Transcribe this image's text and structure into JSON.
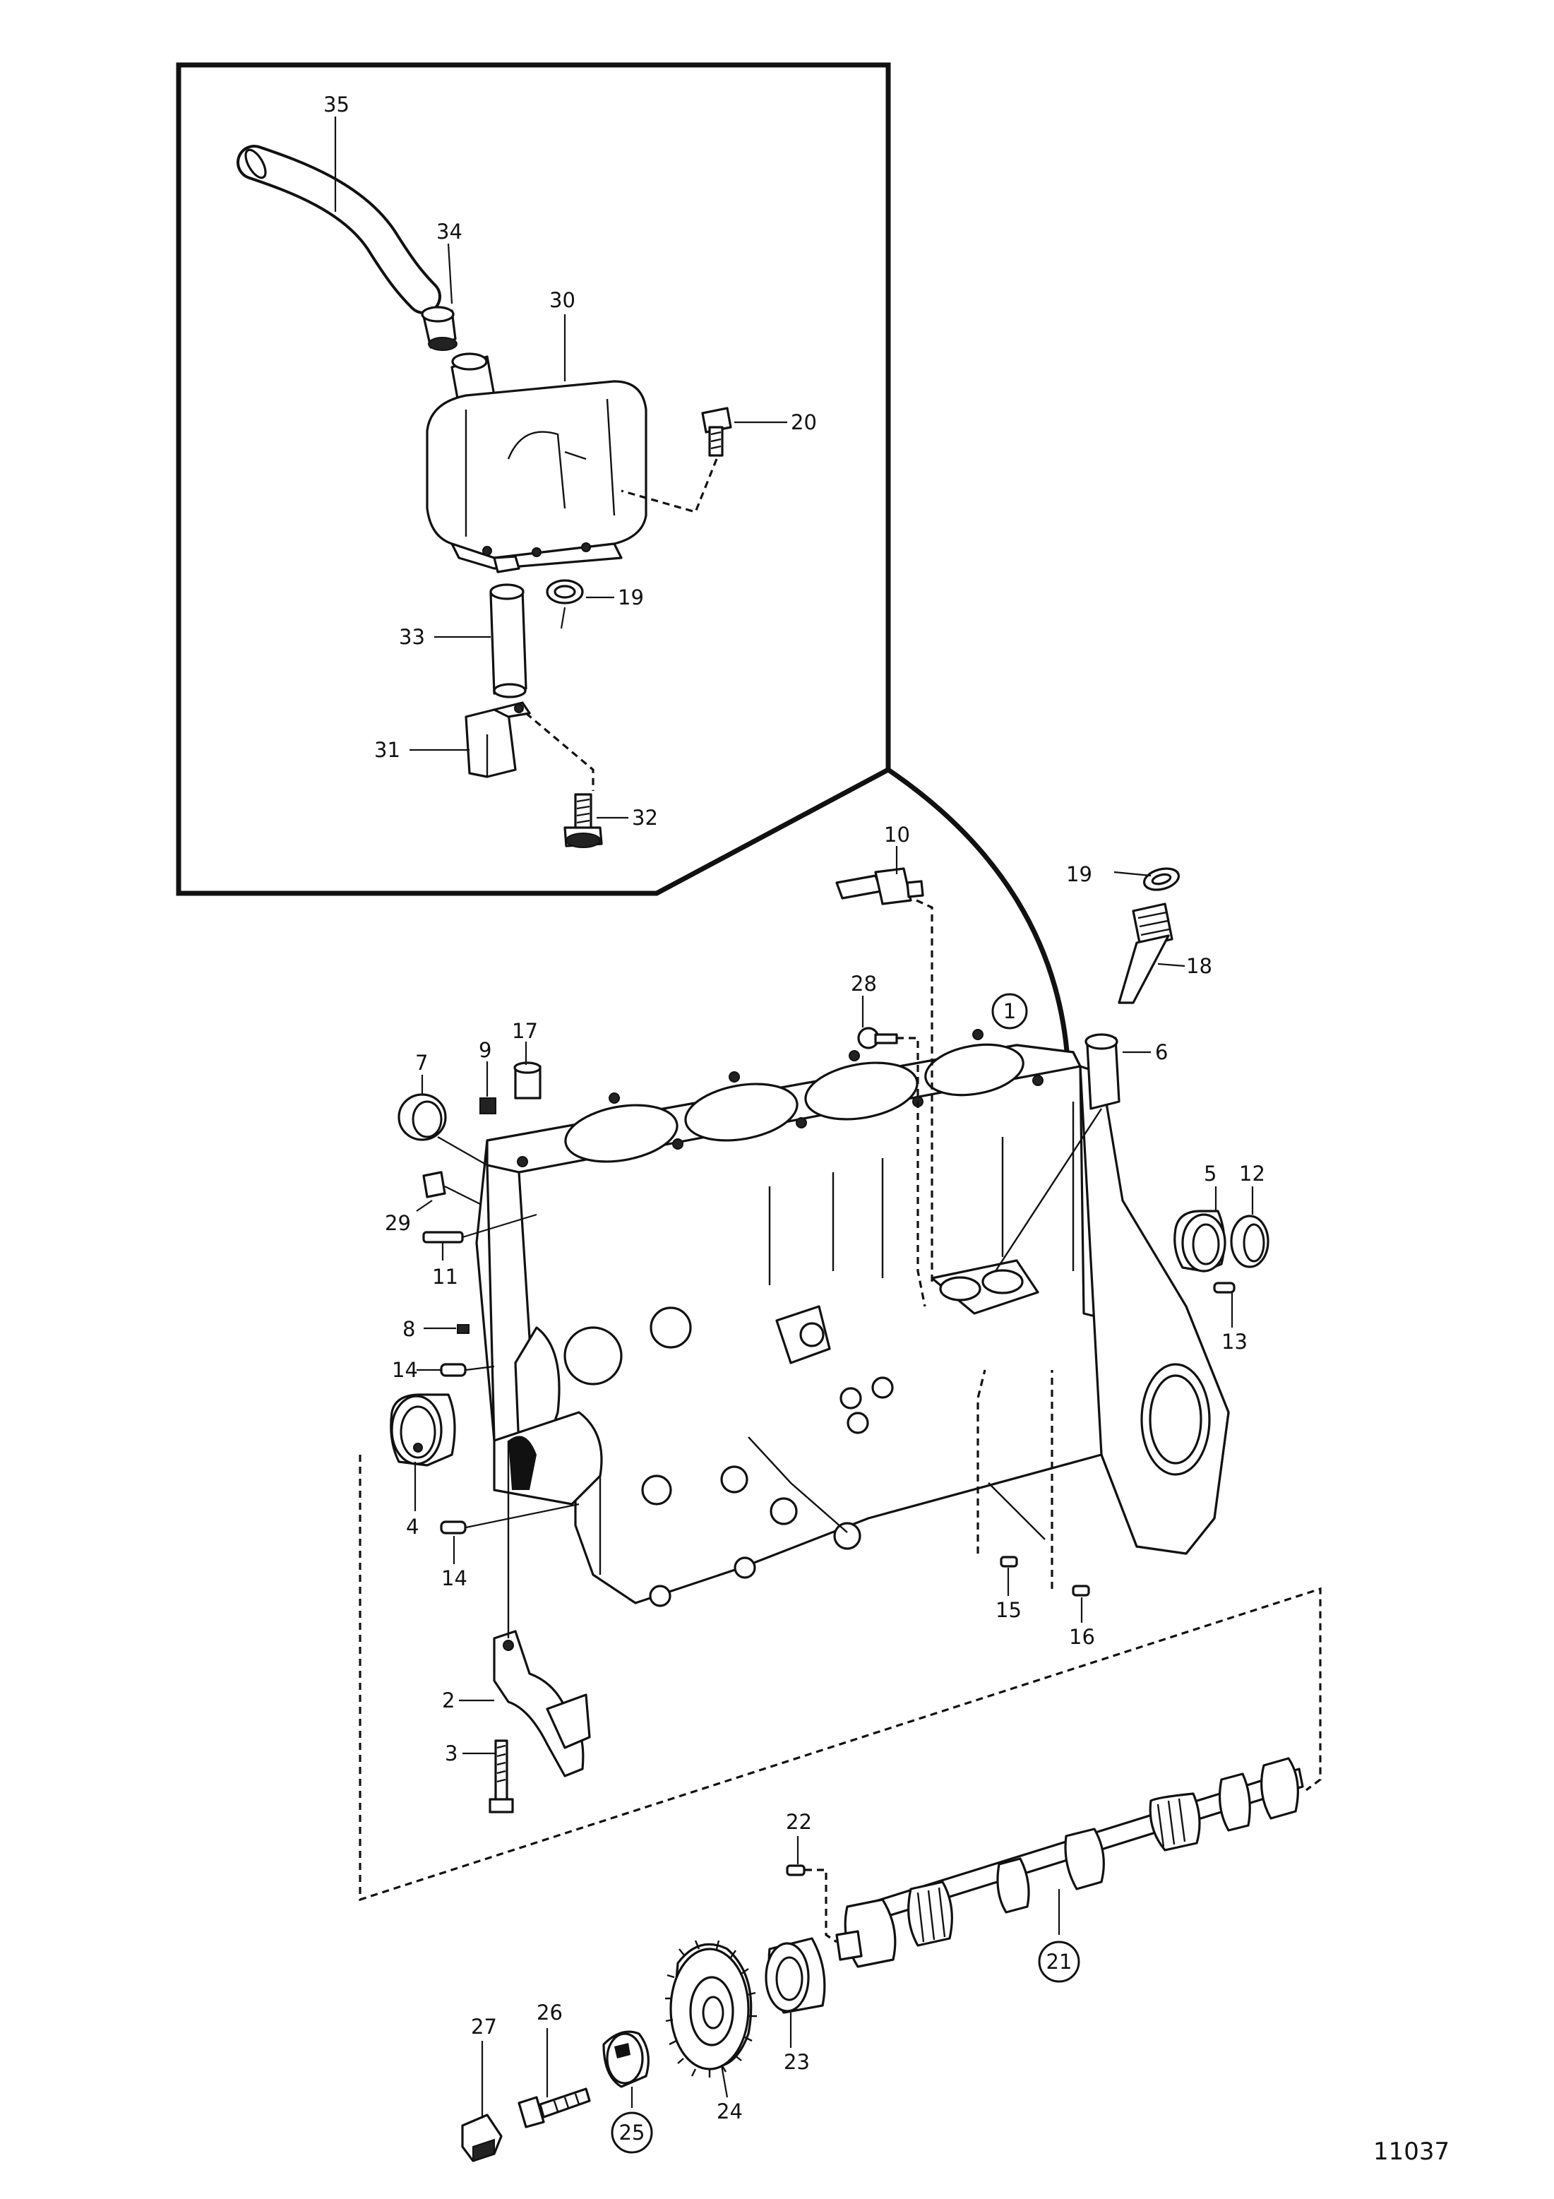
{
  "document_number": "11037",
  "inset_labels": {
    "p35": "35",
    "p34": "34",
    "p30": "30",
    "p20": "20",
    "p19": "19",
    "p33": "33",
    "p31": "31",
    "p32": "32"
  },
  "block_labels": {
    "p10": "10",
    "p19": "19",
    "p18": "18",
    "p28": "28",
    "p1": "1",
    "p6": "6",
    "p7": "7",
    "p9": "9",
    "p17": "17",
    "p29": "29",
    "p11": "11",
    "p5": "5",
    "p12": "12",
    "p13": "13",
    "p8": "8",
    "p14a": "14",
    "p4": "4",
    "p14b": "14",
    "p15": "15",
    "p16": "16",
    "p2": "2",
    "p3": "3"
  },
  "camshaft_labels": {
    "p22": "22",
    "p21": "21",
    "p23": "23",
    "p24": "24",
    "p25": "25",
    "p26": "26",
    "p27": "27"
  }
}
